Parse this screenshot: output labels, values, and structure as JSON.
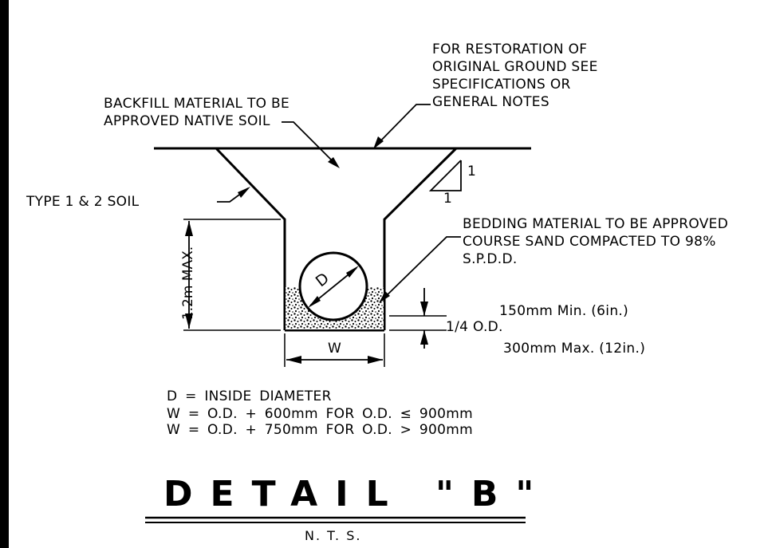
{
  "notes": {
    "restoration": [
      "FOR RESTORATION OF",
      "ORIGINAL GROUND SEE",
      "SPECIFICATIONS OR",
      "GENERAL NOTES"
    ],
    "backfill": [
      "BACKFILL MATERIAL TO BE",
      "APPROVED NATIVE SOIL"
    ],
    "soil_type": "TYPE 1 & 2 SOIL",
    "bedding": [
      "BEDDING MATERIAL TO BE APPROVED",
      "COURSE SAND COMPACTED TO 98%",
      "S.P.D.D."
    ]
  },
  "dimensions": {
    "slope_rise": "1",
    "slope_run": "1",
    "depth": "1.2m MAX.",
    "diameter_symbol": "D",
    "width_symbol": "W",
    "bedding_min": "150mm Min. (6in.)",
    "bedding_ratio": "1/4 O.D.",
    "bedding_max": "300mm Max. (12in.)"
  },
  "legend": [
    "D = INSIDE DIAMETER",
    "W = O.D. + 600mm FOR O.D. ≤ 900mm",
    "W = O.D. + 750mm FOR O.D. > 900mm"
  ],
  "title": "DETAIL \"B\"",
  "scale_note": "N. T. S."
}
